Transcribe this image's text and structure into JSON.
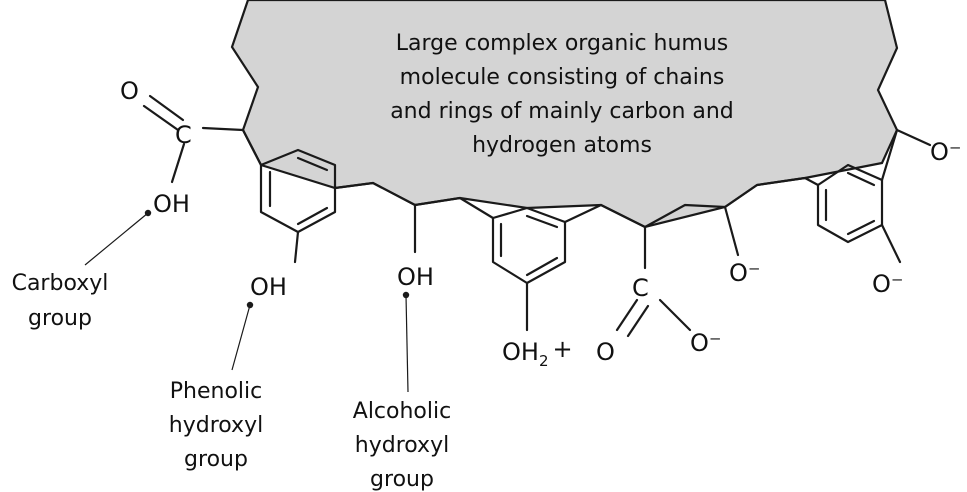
{
  "humus_text": [
    "Large complex organic humus",
    "molecule consisting of chains",
    "and rings of mainly carbon and",
    "hydrogen atoms"
  ],
  "atoms": {
    "o": "O",
    "c": "C",
    "oh": "OH",
    "o_minus": "O⁻",
    "oh2": "OH",
    "oh2_sub": "2",
    "oh2_charge": "+"
  },
  "labels": {
    "carboxyl": [
      "Carboxyl",
      "group"
    ],
    "phenolic": [
      "Phenolic",
      "hydroxyl",
      "group"
    ],
    "alcoholic": [
      "Alcoholic",
      "hydroxyl",
      "group"
    ]
  },
  "colors": {
    "humus_fill": "#d4d4d4",
    "line": "#1a1a1a",
    "text": "#111111"
  }
}
